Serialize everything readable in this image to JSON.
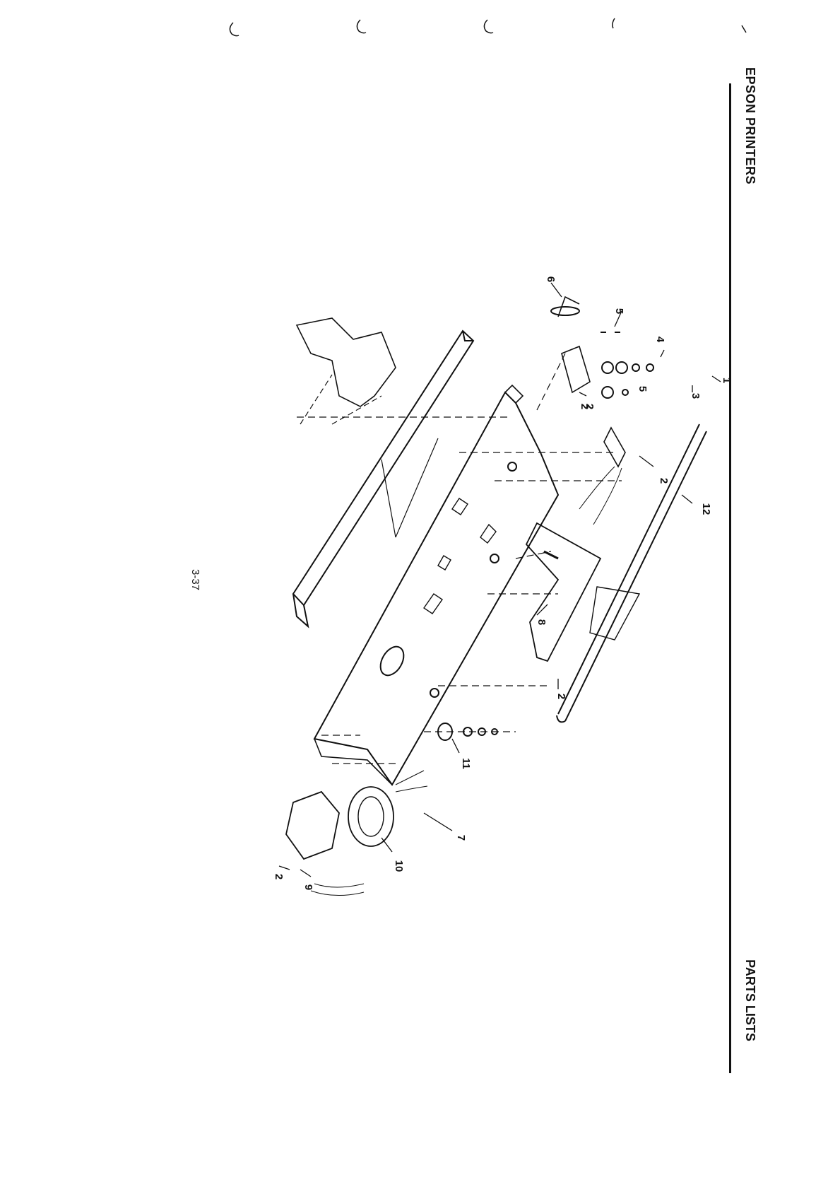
{
  "header": {
    "title": "EPSON PRINTERS"
  },
  "footer": {
    "title": "PARTS LISTS"
  },
  "page": {
    "number": "3-37"
  },
  "callouts": [
    "1",
    "2",
    "3",
    "4",
    "5",
    "5",
    "6",
    "2",
    "2",
    "12",
    "8",
    "2",
    "11",
    "7",
    "10",
    "2",
    "9"
  ]
}
